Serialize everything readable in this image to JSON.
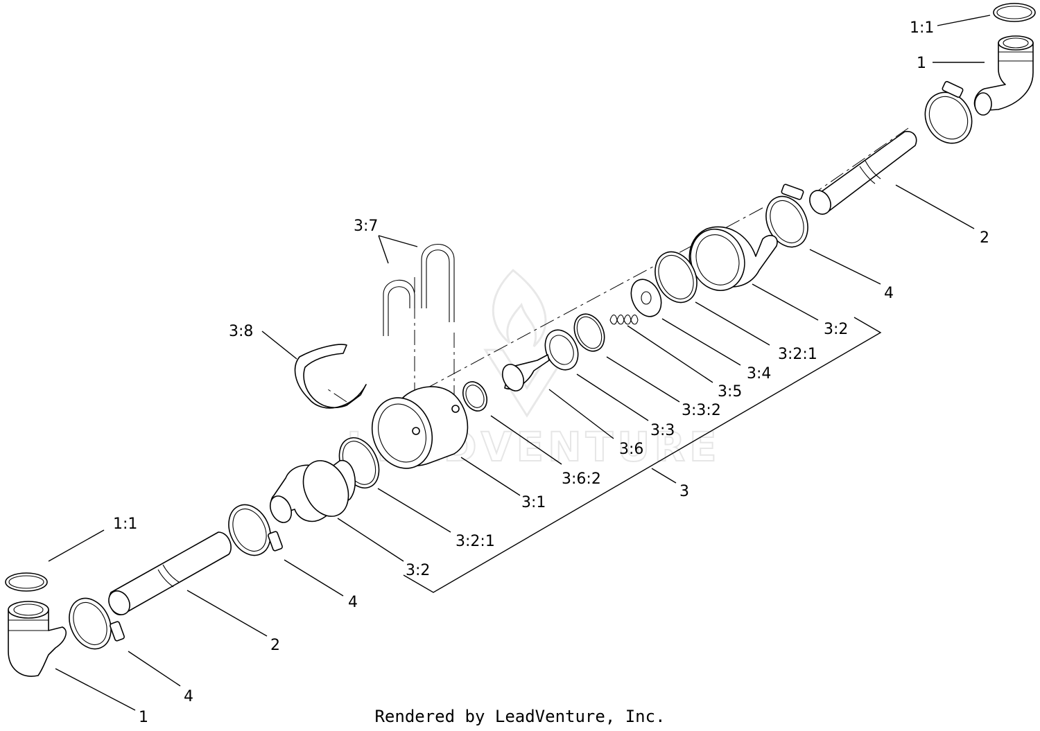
{
  "footer": {
    "credit": "Rendered by LeadVenture, Inc."
  },
  "watermark": {
    "text": "LEADVENTURE"
  },
  "callouts": {
    "top_1_1": "1:1",
    "top_1": "1",
    "top_2": "2",
    "top_4": "4",
    "top_3_2": "3:2",
    "top_3_2_1": "3:2:1",
    "c_3_4": "3:4",
    "c_3_5": "3:5",
    "c_3_3_2": "3:3:2",
    "c_3_3": "3:3",
    "c_3_6": "3:6",
    "c_3": "3",
    "c_3_7": "3:7",
    "c_3_8": "3:8",
    "c_3_6_2": "3:6:2",
    "c_3_1": "3:1",
    "bot_3_2_1": "3:2:1",
    "bot_3_2": "3:2",
    "bot_4a": "4",
    "bot_1_1": "1:1",
    "bot_2": "2",
    "bot_4b": "4",
    "bot_1": "1"
  },
  "colors": {
    "line": "#000000",
    "background": "#ffffff",
    "watermark": "#e6e6e6"
  }
}
